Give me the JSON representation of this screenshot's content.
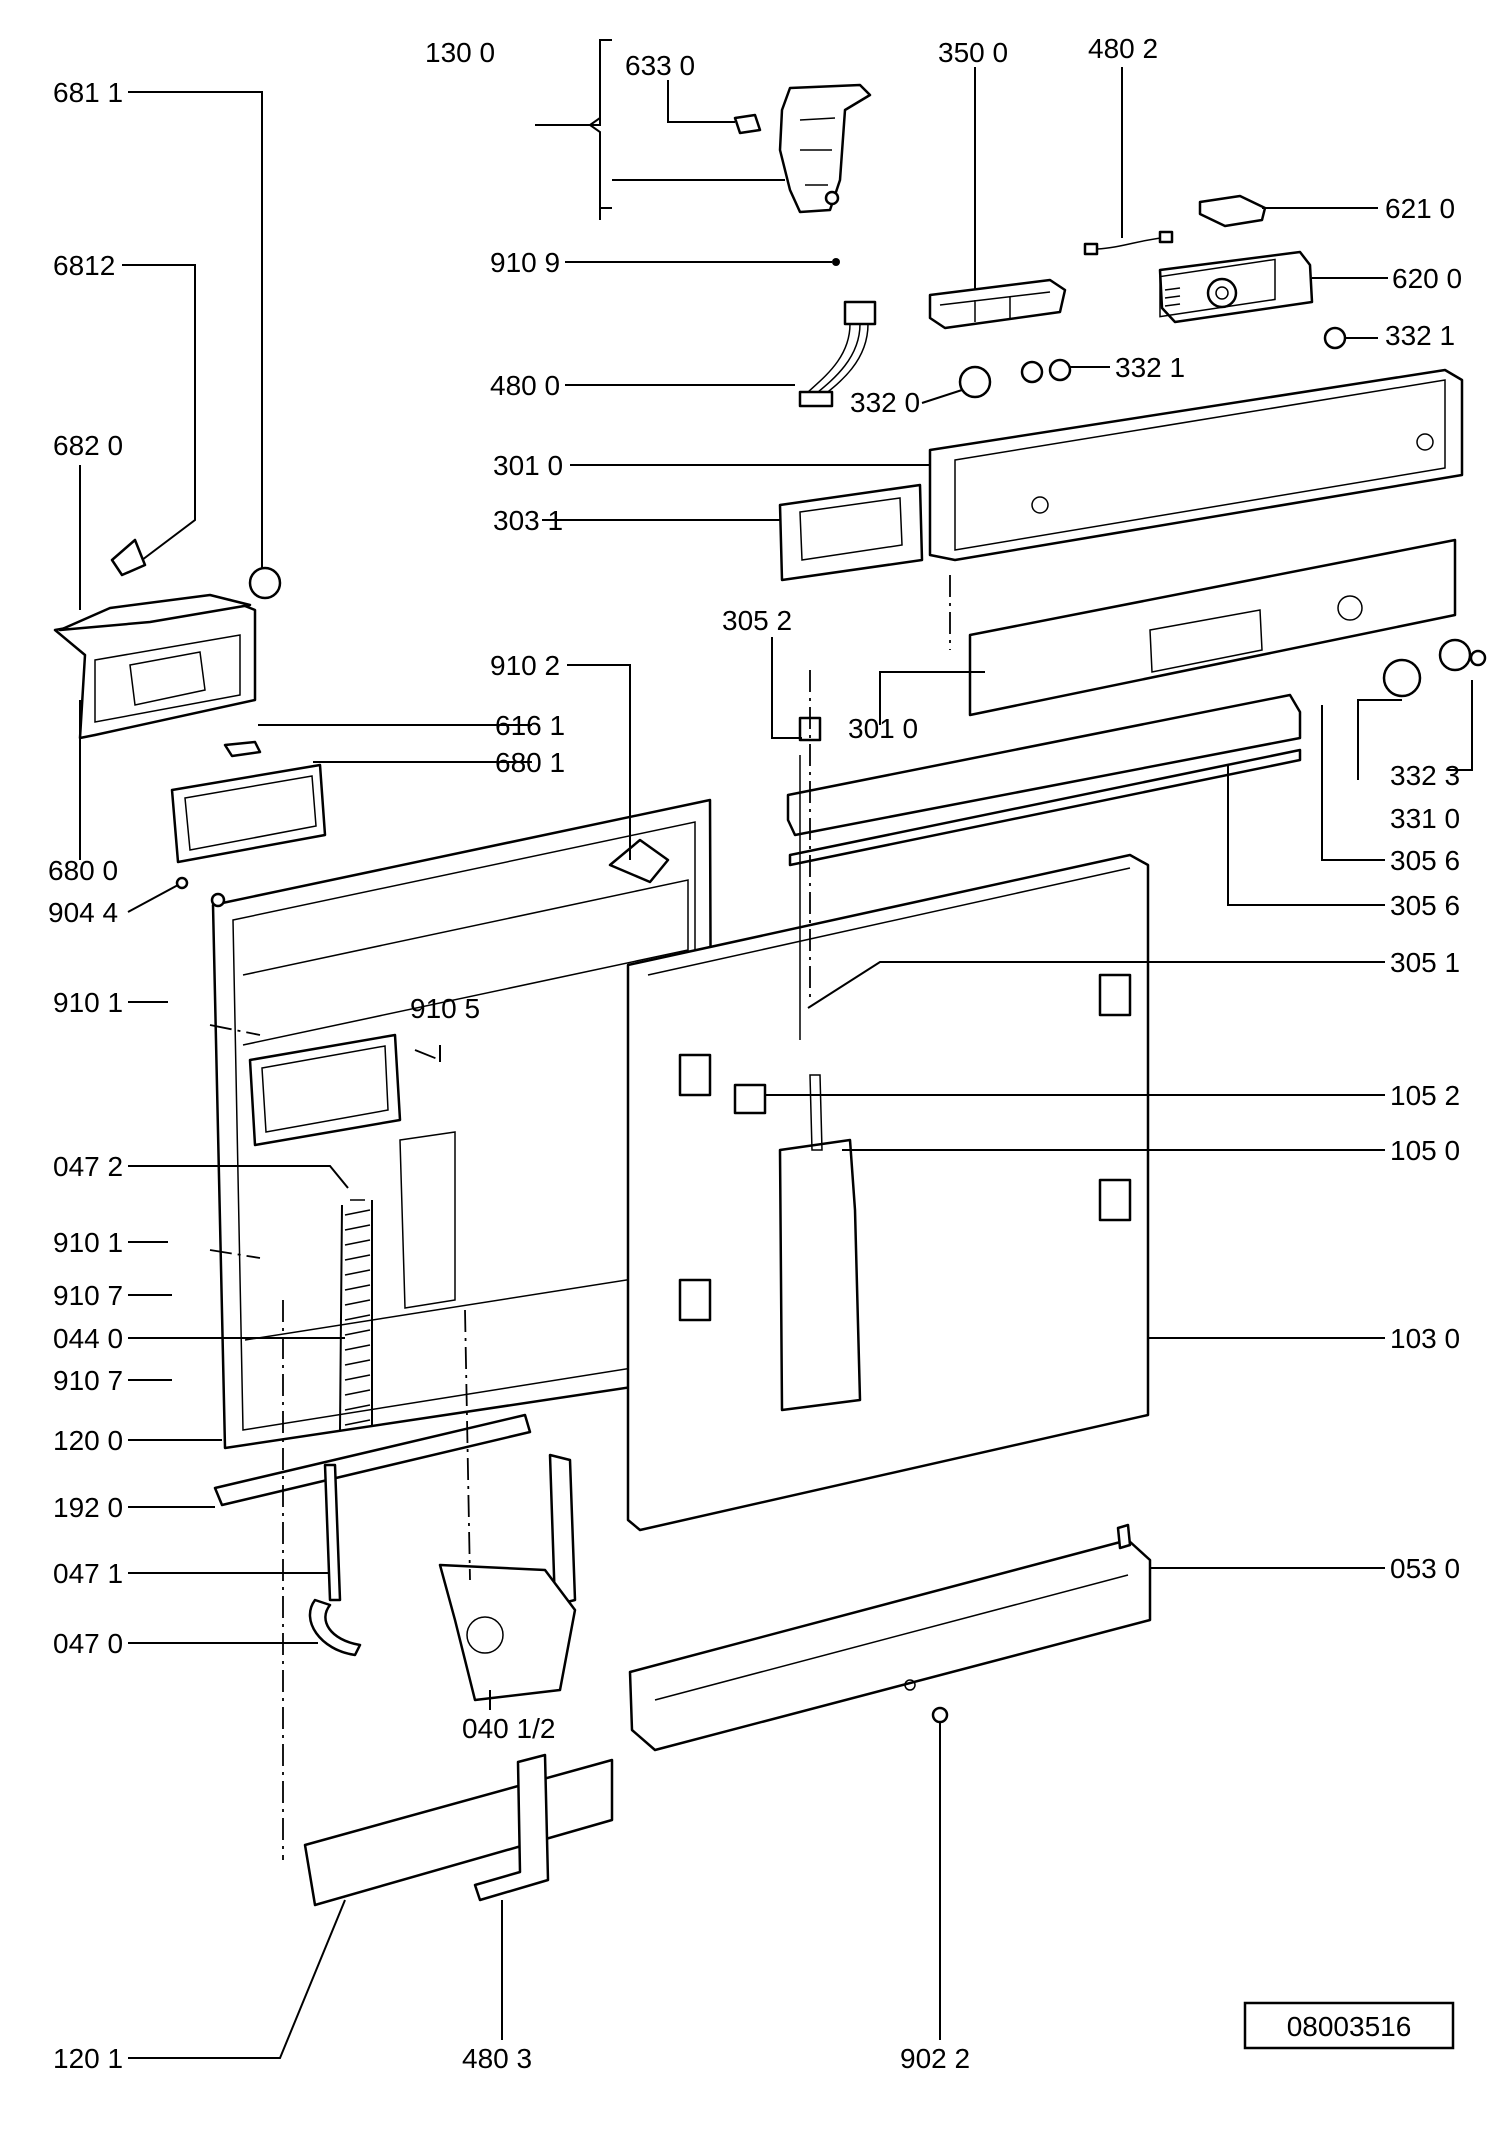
{
  "drawing_number": "08003516",
  "part_labels": {
    "p6811": "681 1",
    "p6812": "6812",
    "p6820": "682 0",
    "p6800": "680 0",
    "p6161": "616 1",
    "p6801": "680 1",
    "p9044": "904 4",
    "p9101a": "910 1",
    "p9105": "910 5",
    "p0472": "047 2",
    "p9101b": "910 1",
    "p9107a": "910 7",
    "p0440": "044 0",
    "p9107b": "910 7",
    "p1200": "120 0",
    "p1920": "192 0",
    "p0471": "047 1",
    "p0470": "047 0",
    "p04012": "040 1/2",
    "p1201": "120 1",
    "p4803": "480 3",
    "p9022": "902 2",
    "p1300": "130 0",
    "p6330": "633 0",
    "p9109": "910 9",
    "p4800": "480 0",
    "p3500": "350 0",
    "p4802": "480 2",
    "p6210": "621 0",
    "p6200": "620 0",
    "p3321a": "332 1",
    "p3321b": "332 1",
    "p3320": "332 0",
    "p3010a": "301 0",
    "p3031": "303 1",
    "p3052": "305 2",
    "p3010b": "301 0",
    "p9102": "910 2",
    "p3323": "332 3",
    "p3310": "331 0",
    "p3056a": "305 6",
    "p3056b": "305 6",
    "p3051": "305 1",
    "p1052": "105 2",
    "p1050": "105 0",
    "p1030": "103 0",
    "p0530": "053 0"
  }
}
